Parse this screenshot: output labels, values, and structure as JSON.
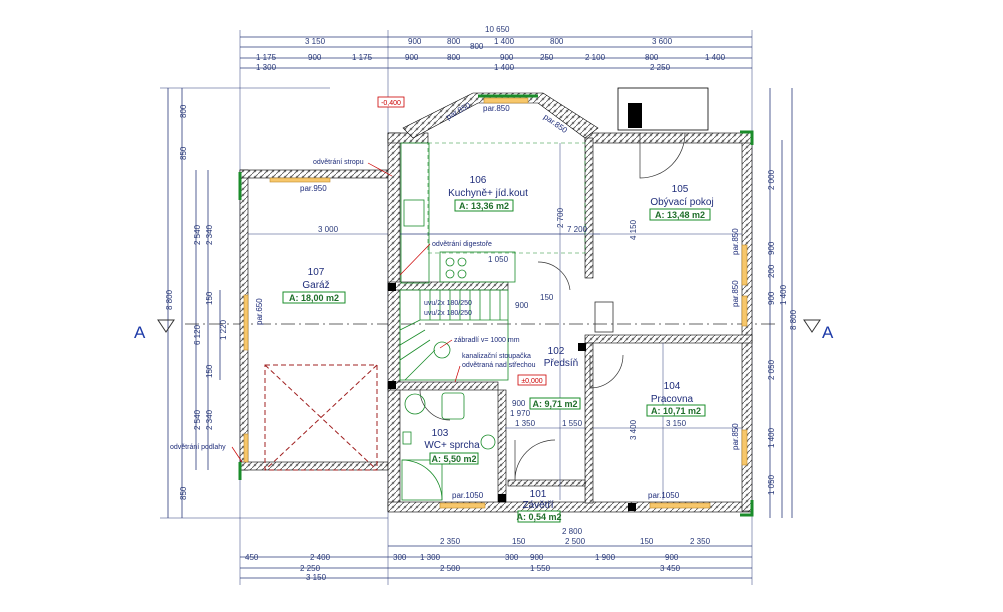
{
  "dimensions_top": {
    "row1": [
      "10 650"
    ],
    "row2": [
      "3 150",
      "900",
      "800",
      "800",
      "1 400",
      "800",
      "3 600"
    ],
    "row3": [
      "1 175",
      "900",
      "1 175",
      "900",
      "800",
      "900",
      "250",
      "2 100",
      "800",
      "1 400"
    ],
    "row4": [
      "1 300",
      "1 400",
      "2 250"
    ]
  },
  "dimensions_bottom": {
    "row1": [
      "2 350",
      "150",
      "2 500",
      "150",
      "2 350"
    ],
    "row2": [
      "450",
      "2 400",
      "300",
      "1 300",
      "300",
      "900",
      "1 900",
      "900"
    ],
    "row3": [
      "2 250",
      "2 500",
      "1 550",
      "3 450"
    ],
    "row4": [
      "3 150"
    ]
  },
  "dimensions_left": [
    "800",
    "850",
    "2 540",
    "2 340",
    "150",
    "1 220",
    "150",
    "2 540",
    "2 340",
    "850",
    "8 800",
    "6 120"
  ],
  "dimensions_right": [
    "2 000",
    "900",
    "200",
    "1 400",
    "900",
    "2 050",
    "1 400",
    "1 050",
    "8 800"
  ],
  "section_marks": {
    "left": "A",
    "right": "A"
  },
  "level_marks": [
    "-0,400",
    "±0,000"
  ],
  "rooms": [
    {
      "number": "106",
      "name": "Kuchyně+ jíd.kout",
      "area": "A: 13,36 m2"
    },
    {
      "number": "105",
      "name": "Obývací pokoj",
      "area": "A: 13,48 m2"
    },
    {
      "number": "107",
      "name": "Garáž",
      "area": "A: 18,00 m2"
    },
    {
      "number": "102",
      "name": "Předsíň",
      "area": "A: 9,71 m2"
    },
    {
      "number": "104",
      "name": "Pracovna",
      "area": "A: 10,71 m2"
    },
    {
      "number": "103",
      "name": "WC+ sprcha",
      "area": "A: 5,50 m2"
    },
    {
      "number": "101",
      "name": "Závětří",
      "area": "A: 0,54 m2"
    }
  ],
  "notes": {
    "odvetrani_stropu": "odvětrání stropu",
    "odvetrani_digestore": "odvětrání digestoře",
    "zabradli": "zábradlí v= 1000 mm",
    "stoupacka": "kanalizační stoupačka",
    "odvetrana": "odvětraná nad střechou",
    "odvetrani_podlahy": "odvětrání podlahy"
  },
  "parapets": [
    "par.950",
    "par.850",
    "par.850",
    "par.850",
    "par.850",
    "par.850",
    "par.1050",
    "par.1050",
    "par.650",
    "par.850"
  ],
  "inner_dims": [
    "3 000",
    "7 200",
    "4 150",
    "2 700",
    "1 050",
    "3 400",
    "3 150",
    "2 800",
    "1 350",
    "1 550",
    "150",
    "900",
    "1 970",
    "900"
  ],
  "stair_labels": [
    "uvu/2x 180/250",
    "uvu/2x 180/250"
  ]
}
